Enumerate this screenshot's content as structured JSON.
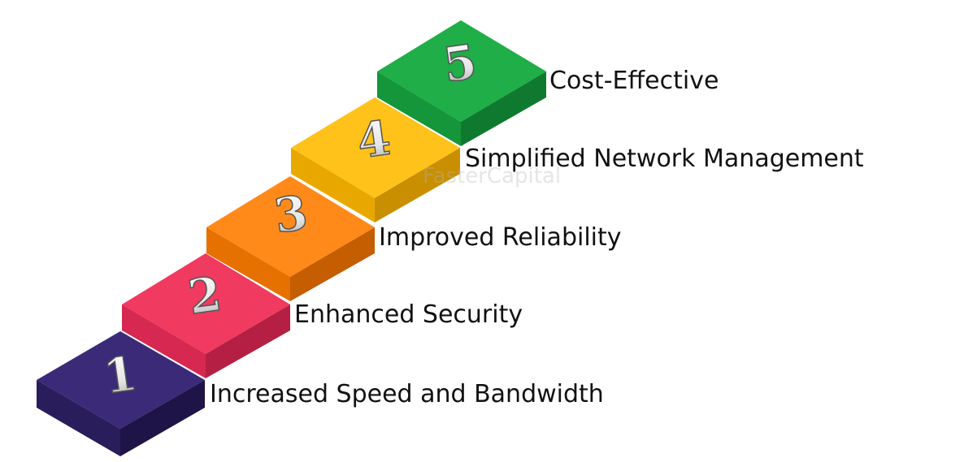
{
  "steps": [
    {
      "number": "1",
      "label": "Increased Speed and Bandwidth",
      "color_top": "#3a2a78",
      "color_front": "#2a1d5c",
      "color_side": "#1f1447"
    },
    {
      "number": "2",
      "label": "Enhanced Security",
      "color_top": "#f03a5f",
      "color_front": "#d62850",
      "color_side": "#b51f43"
    },
    {
      "number": "3",
      "label": "Improved Reliability",
      "color_top": "#ff8a1a",
      "color_front": "#e67000",
      "color_side": "#c45e00"
    },
    {
      "number": "4",
      "label": "Simplified Network Management",
      "color_top": "#ffc21a",
      "color_front": "#e8a800",
      "color_side": "#c98f00"
    },
    {
      "number": "5",
      "label": "Cost-Effective",
      "color_top": "#1fae47",
      "color_front": "#15963a",
      "color_side": "#0f7a2f"
    }
  ],
  "watermark": "FasterCapital"
}
